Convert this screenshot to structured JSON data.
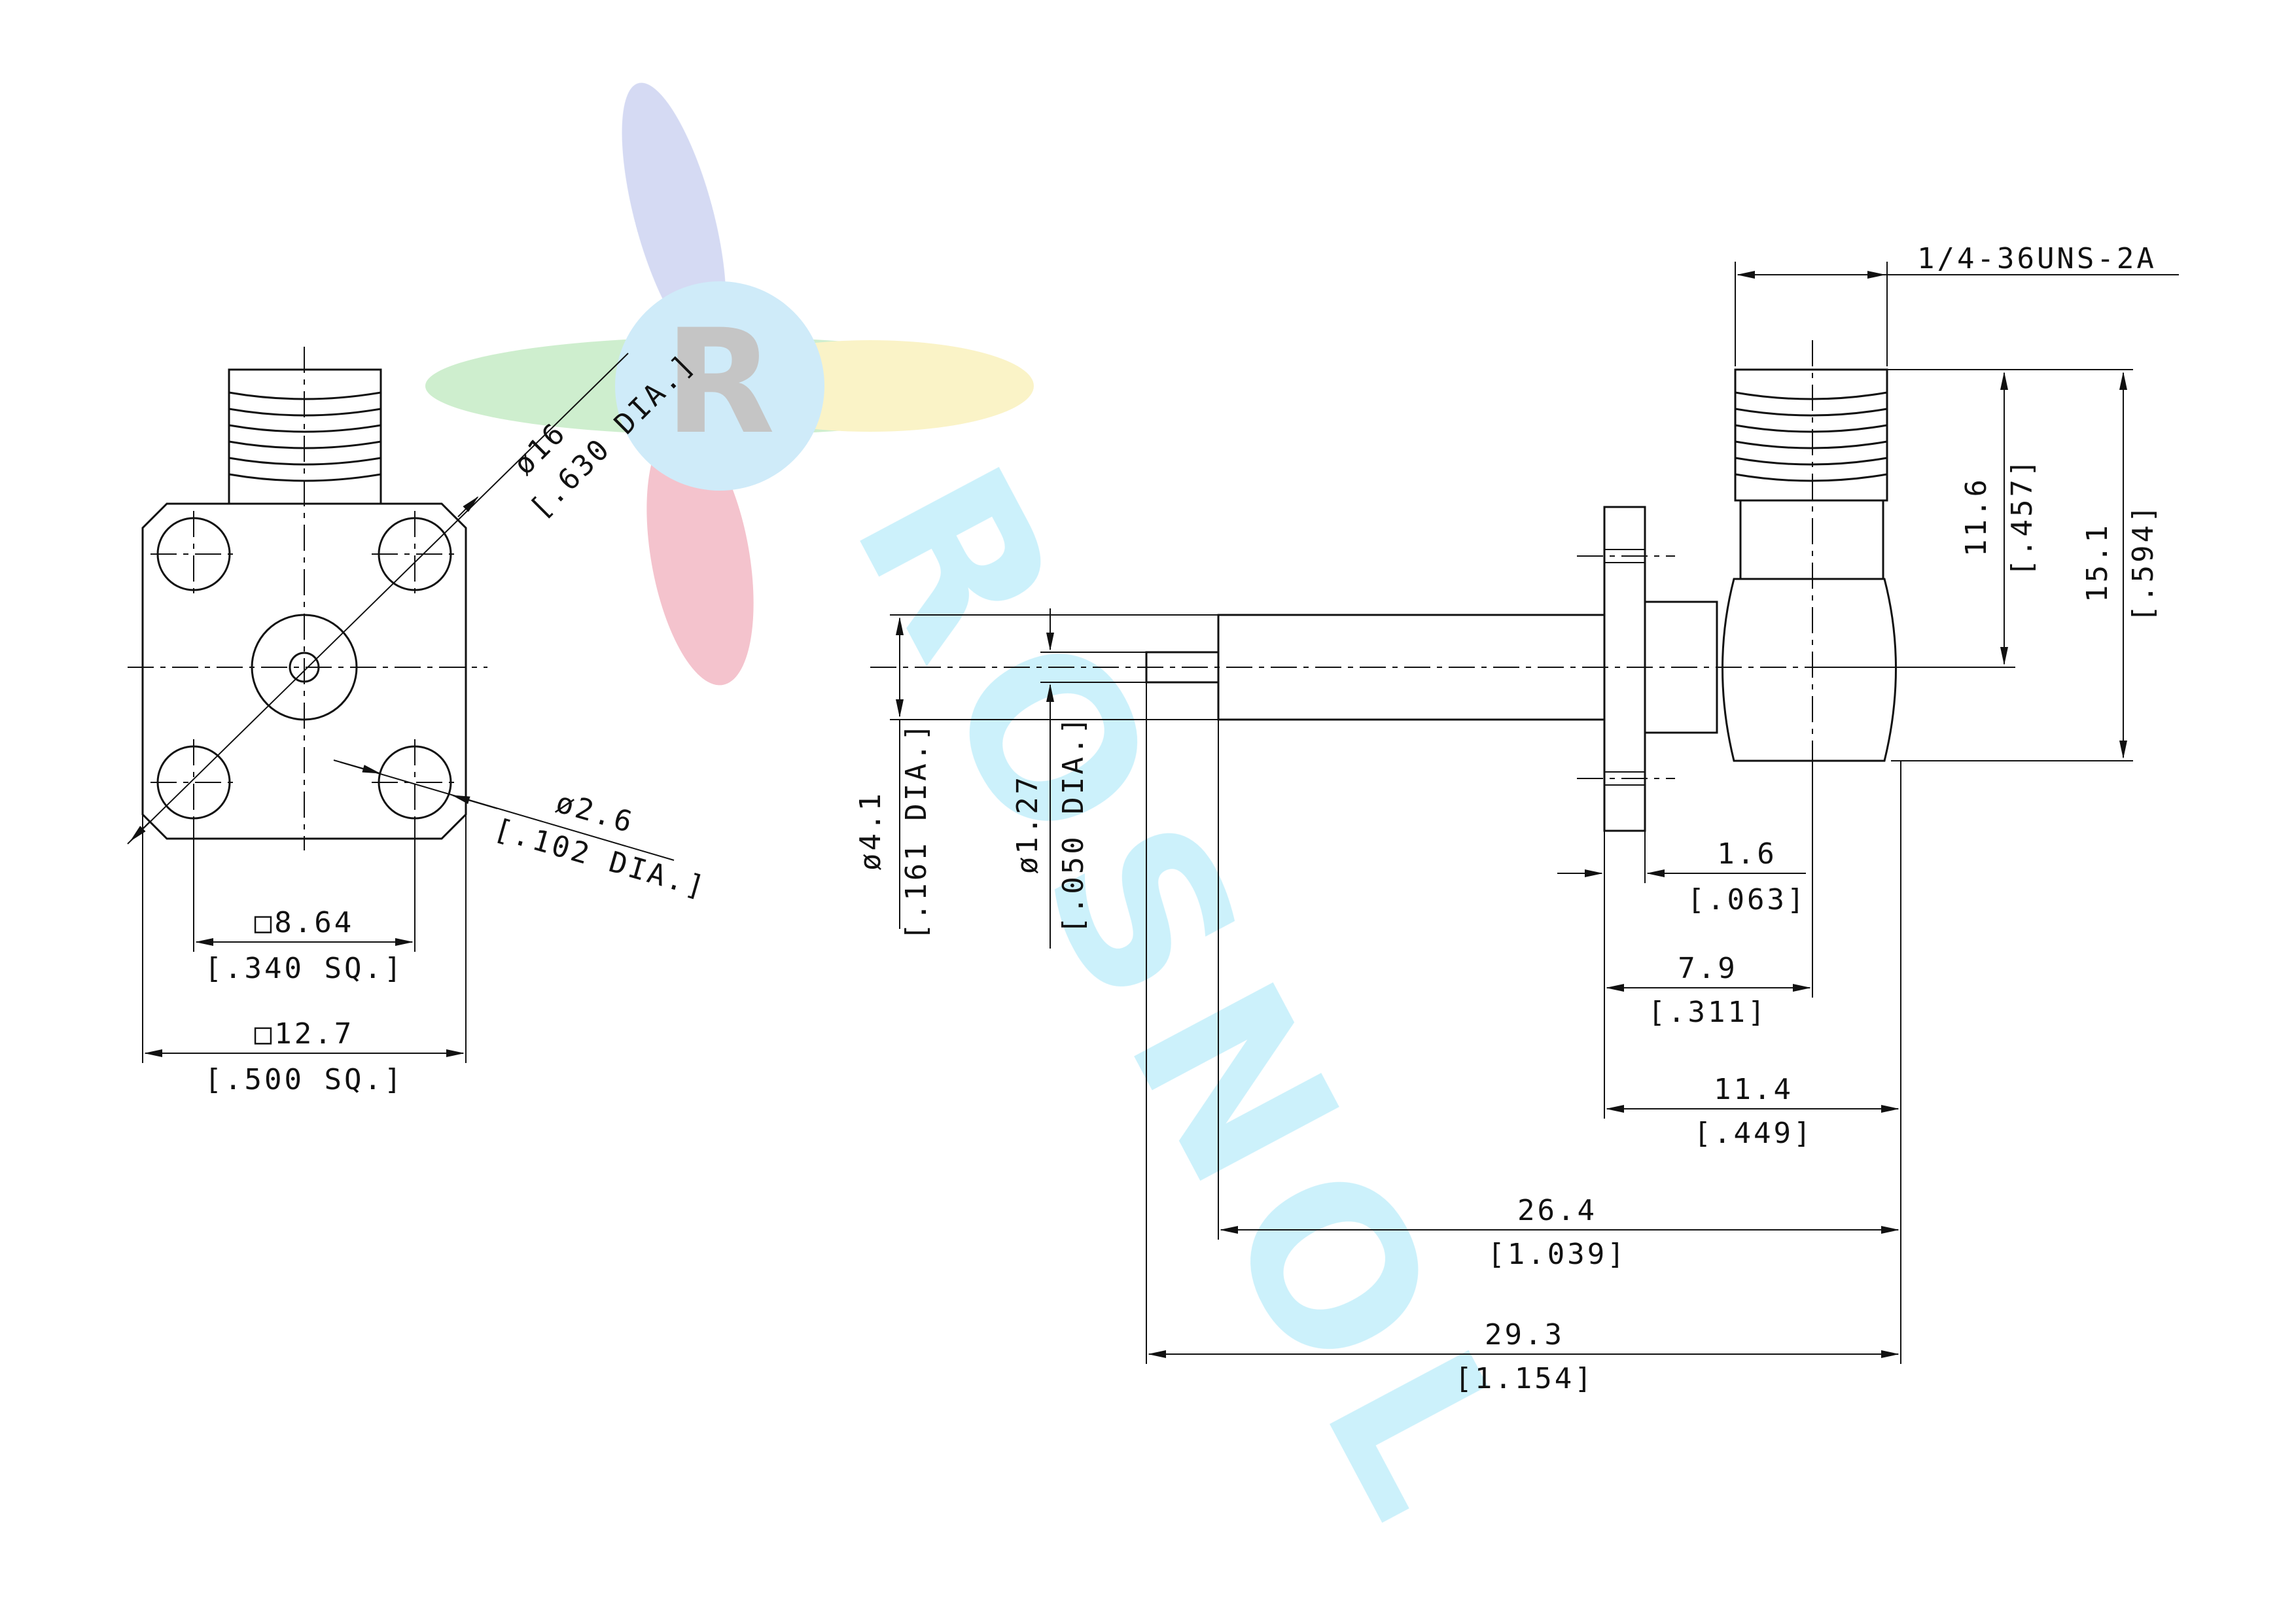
{
  "watermark": {
    "logo_letter": "R",
    "text": "ROSNOL",
    "colors": {
      "blue": "#3a4fc0",
      "red": "#d8324a",
      "green": "#2f9e3a",
      "yellow": "#f0d83a",
      "cyan": "#5fd3f0"
    }
  },
  "front_view": {
    "flange_sq": {
      "mm": "□12.7",
      "inch": "[.500 SQ.]"
    },
    "hole_spacing": {
      "mm": "□8.64",
      "inch": "[.340 SQ.]"
    },
    "bolt_circle": {
      "mm": "ø16",
      "inch": "[.630 DIA.]"
    },
    "hole_dia": {
      "mm": "ø2.6",
      "inch": "[.102 DIA.]"
    }
  },
  "side_view": {
    "thread": "1/4-36UNS-2A",
    "body_dia": {
      "mm": "ø4.1",
      "inch": "[.161 DIA.]"
    },
    "pin_dia": {
      "mm": "ø1.27",
      "inch": "[.050 DIA.]"
    },
    "height_thread": {
      "mm": "11.6",
      "inch": "[.457]"
    },
    "height_total": {
      "mm": "15.1",
      "inch": "[.594]"
    },
    "flange_thk": {
      "mm": "1.6",
      "inch": "[.063]"
    },
    "to_center": {
      "mm": "7.9",
      "inch": "[.311]"
    },
    "to_back": {
      "mm": "11.4",
      "inch": "[.449]"
    },
    "body_len": {
      "mm": "26.4",
      "inch": "[1.039]"
    },
    "overall_len": {
      "mm": "29.3",
      "inch": "[1.154]"
    }
  }
}
